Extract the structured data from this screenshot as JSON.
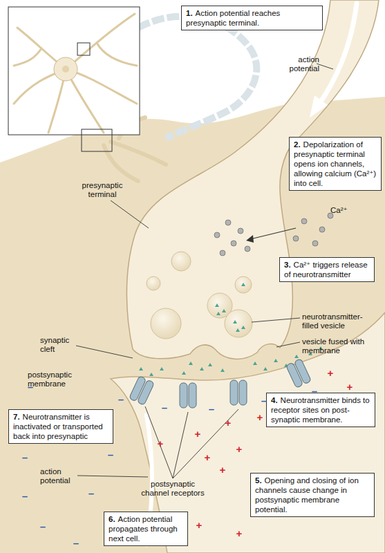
{
  "diagram": {
    "nodes": [
      {
        "text": [
          "1.",
          "Action potential reaches presynaptic terminal."
        ]
      },
      {
        "text": [
          "2.",
          "Depolarization of presynaptic terminal opens ion channels, allowing calcium (Ca²⁺) into cell."
        ]
      },
      {
        "text": [
          "3.",
          "Ca²⁺ triggers release of neurotransmitter"
        ]
      },
      {
        "text": [
          "4.",
          "Neurotransmitter binds to receptor sites on post-synaptic membrane."
        ]
      },
      {
        "text": [
          "5.",
          "Opening and closing of ion channels cause change in postsynaptic membrane potential."
        ]
      },
      {
        "text": [
          "6.",
          "Action potential propagates through next cell."
        ]
      },
      {
        "text": [
          "7.",
          "Neurotransmitter is inactivated or transported back into presynaptic"
        ]
      }
    ],
    "labels": [
      "action potential",
      "Ca²⁺",
      "presynaptic terminal",
      "neurotransmitter-filled vesicle",
      "vesicle fused with membrane",
      "synaptic cleft",
      "postsynaptic membrane",
      "postsynaptic channel receptors",
      "action potential",
      "–",
      "–",
      "–",
      "–",
      "–",
      "–",
      "–",
      "–",
      "–",
      "–",
      "–",
      "–",
      "+",
      "+",
      "+",
      "+",
      "+",
      "+",
      "+",
      "+",
      "+",
      "+",
      "+"
    ]
  }
}
